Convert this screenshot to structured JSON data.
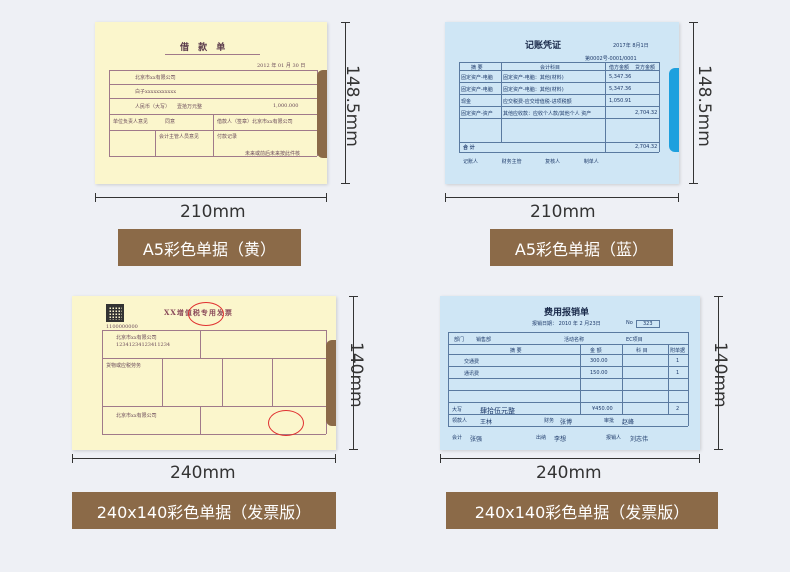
{
  "products": [
    {
      "caption": "A5彩色单据（黄）",
      "width_label": "210mm",
      "height_label": "148.5mm",
      "color": "yellow",
      "form": {
        "title": "借 款 单",
        "date": "2012 年 01 月 30 日",
        "company": "北京市xx有限公司",
        "name": "白子xxxxxxxxxxx",
        "amount_cn": "人民币（大写）",
        "amount_words": "壹拾万元整",
        "amount_num": "1,000.000",
        "approver": "同意",
        "borrower": "借款人（签章）北京市xx有限公司",
        "footer_note": "未来或前后未来按此件核",
        "approval_label": "单位负责人意见",
        "accountant_label": "会计主管人员意见",
        "payment_label": "付款记录"
      }
    },
    {
      "caption": "A5彩色单据（蓝）",
      "width_label": "210mm",
      "height_label": "148.5mm",
      "color": "blue",
      "form": {
        "title": "记账凭证",
        "date": "2017年 8月1日",
        "serial": "第0002号-0001/0001",
        "col_summary": "摘 要",
        "col_account": "会计科目",
        "col_debit": "借方金额",
        "col_credit": "贷方金额",
        "rows": [
          {
            "summary": "固定资产-电脑",
            "account": "固定资产-电脑：其他(材料)",
            "amount": "5,347.36"
          },
          {
            "summary": "固定资产-电脑",
            "account": "固定资产-电脑：其他(材料)",
            "amount": "5,347.36"
          },
          {
            "summary": "现金",
            "account": "应交税费-应交增值税-进项税额",
            "amount": "1,050.91"
          },
          {
            "summary": "固定资产-资产",
            "account": "其他应收款：应收个人款/其他个人 资产",
            "amount": "2,704.32"
          }
        ],
        "total_label": "合 计",
        "total_amount": "2,704.32",
        "signers": "记账人 财务主管 复核人 制单人"
      }
    },
    {
      "caption": "240x140彩色单据（发票版）",
      "width_label": "240mm",
      "height_label": "140mm",
      "color": "yellow",
      "form": {
        "title": "XX增值税专用发票",
        "code": "1100000000",
        "buyer": "北京市xx有限公司",
        "tax_code": "12341234123411234",
        "item": "货物或应税劳务",
        "seller": "北京市xx有限公司"
      }
    },
    {
      "caption": "240x140彩色单据（发票版）",
      "width_label": "240mm",
      "height_label": "140mm",
      "color": "blue",
      "form": {
        "title": "费用报销单",
        "date": "报销日期： 2010 年 2 月23日",
        "voucher_no": "323",
        "dept_label": "部门",
        "dept": "销售部",
        "category": "活动名称",
        "category_value": "EC项目",
        "col_summary": "摘 要",
        "col_amount": "金 额",
        "col_subject": "科 目",
        "col_attach": "附单据",
        "items": [
          {
            "summary": "交通费",
            "amount": "300.00",
            "attach": "1"
          },
          {
            "summary": "通讯费",
            "amount": "150.00",
            "attach": "1"
          }
        ],
        "total_label": "大写",
        "total_words": "肆拾伍元整",
        "total_num": "¥450.00",
        "total_attach": "2",
        "payee_label": "领款人",
        "payee": "王林",
        "finance_label": "财务",
        "finance": "张博",
        "approver_label": "审批",
        "approver": "赵峰",
        "accountant_label": "会计",
        "accountant": "张强",
        "cashier_label": "出纳",
        "cashier": "李想",
        "applicant_label": "报销人",
        "applicant": "刘志伟"
      }
    }
  ]
}
